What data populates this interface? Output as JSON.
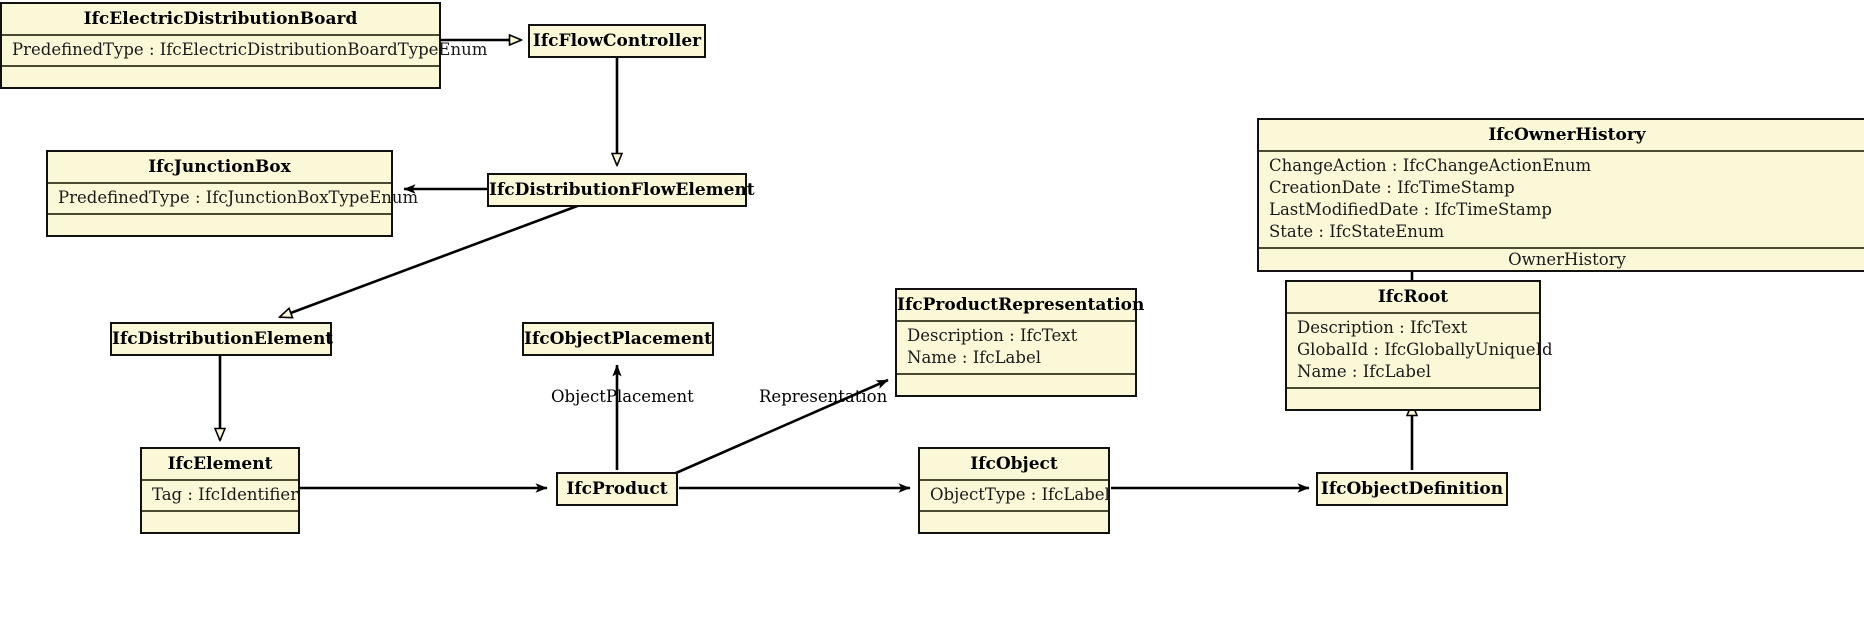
{
  "diagram": {
    "type": "uml-class-diagram",
    "schema": "IFC",
    "colors": {
      "node_fill": "#fbf8d8",
      "node_border": "#111111",
      "compartment_separator": "#4a4a33",
      "edge": "#000000",
      "background": "#ffffff"
    },
    "nodes": [
      {
        "id": "IfcElectricDistributionBoard",
        "title": "IfcElectricDistributionBoard",
        "attributes": [
          "PredefinedType : IfcElectricDistributionBoardTypeEnum"
        ],
        "roles": [],
        "has_empty_compartment": true
      },
      {
        "id": "IfcFlowController",
        "title": "IfcFlowController",
        "attributes": [],
        "roles": [],
        "has_empty_compartment": false
      },
      {
        "id": "IfcJunctionBox",
        "title": "IfcJunctionBox",
        "attributes": [
          "PredefinedType : IfcJunctionBoxTypeEnum"
        ],
        "roles": [],
        "has_empty_compartment": true
      },
      {
        "id": "IfcDistributionFlowElement",
        "title": "IfcDistributionFlowElement",
        "attributes": [],
        "roles": [],
        "has_empty_compartment": false
      },
      {
        "id": "IfcOwnerHistory",
        "title": "IfcOwnerHistory",
        "attributes": [
          "ChangeAction : IfcChangeActionEnum",
          "CreationDate : IfcTimeStamp",
          "LastModifiedDate : IfcTimeStamp",
          "State : IfcStateEnum"
        ],
        "roles": [
          "OwnerHistory"
        ],
        "has_empty_compartment": false
      },
      {
        "id": "IfcRoot",
        "title": "IfcRoot",
        "attributes": [
          "Description : IfcText",
          "GlobalId : IfcGloballyUniqueId",
          "Name : IfcLabel"
        ],
        "roles": [],
        "has_empty_compartment": true
      },
      {
        "id": "IfcDistributionElement",
        "title": "IfcDistributionElement",
        "attributes": [],
        "roles": [],
        "has_empty_compartment": false
      },
      {
        "id": "IfcObjectPlacement",
        "title": "IfcObjectPlacement",
        "attributes": [],
        "roles": [],
        "has_empty_compartment": false
      },
      {
        "id": "IfcProductRepresentation",
        "title": "IfcProductRepresentation",
        "attributes": [
          "Description : IfcText",
          "Name : IfcLabel"
        ],
        "roles": [],
        "has_empty_compartment": true
      },
      {
        "id": "IfcElement",
        "title": "IfcElement",
        "attributes": [
          "Tag : IfcIdentifier"
        ],
        "roles": [],
        "has_empty_compartment": true
      },
      {
        "id": "IfcProduct",
        "title": "IfcProduct",
        "attributes": [],
        "roles": [],
        "has_empty_compartment": false
      },
      {
        "id": "IfcObject",
        "title": "IfcObject",
        "attributes": [
          "ObjectType : IfcLabel"
        ],
        "roles": [],
        "has_empty_compartment": true
      },
      {
        "id": "IfcObjectDefinition",
        "title": "IfcObjectDefinition",
        "attributes": [],
        "roles": [],
        "has_empty_compartment": false
      }
    ],
    "edge_labels": [
      {
        "id": "object-placement",
        "text": "ObjectPlacement"
      },
      {
        "id": "representation",
        "text": "Representation"
      }
    ],
    "edges": [
      {
        "from": "IfcElectricDistributionBoard",
        "to": "IfcFlowController",
        "kind": "generalization"
      },
      {
        "from": "IfcFlowController",
        "to": "IfcDistributionFlowElement",
        "kind": "generalization"
      },
      {
        "from": "IfcDistributionFlowElement",
        "to": "IfcJunctionBox",
        "kind": "association"
      },
      {
        "from": "IfcDistributionFlowElement",
        "to": "IfcDistributionElement",
        "kind": "generalization"
      },
      {
        "from": "IfcDistributionElement",
        "to": "IfcElement",
        "kind": "generalization"
      },
      {
        "from": "IfcElement",
        "to": "IfcProduct",
        "kind": "association"
      },
      {
        "from": "IfcProduct",
        "to": "IfcObjectPlacement",
        "kind": "association",
        "label": "ObjectPlacement"
      },
      {
        "from": "IfcProduct",
        "to": "IfcProductRepresentation",
        "kind": "association",
        "label": "Representation"
      },
      {
        "from": "IfcProduct",
        "to": "IfcObject",
        "kind": "association"
      },
      {
        "from": "IfcObject",
        "to": "IfcObjectDefinition",
        "kind": "association"
      },
      {
        "from": "IfcObjectDefinition",
        "to": "IfcRoot",
        "kind": "generalization"
      },
      {
        "from": "IfcRoot",
        "to": "IfcOwnerHistory",
        "kind": "association"
      }
    ]
  }
}
